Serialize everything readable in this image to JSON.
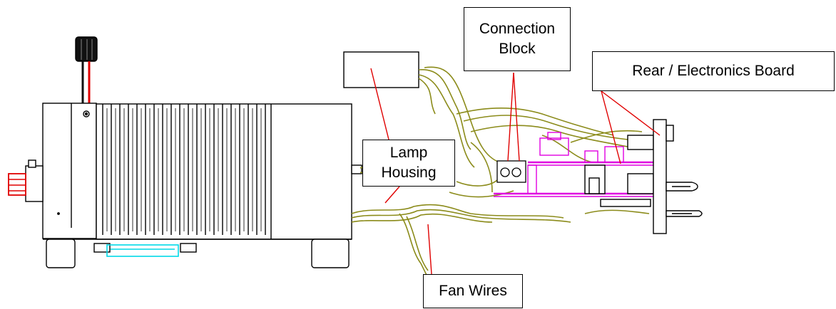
{
  "callouts": {
    "connection_block": [
      "Connection",
      "Block"
    ],
    "rear_board": "Rear / Electronics Board",
    "lamp_housing": [
      "Lamp",
      "Housing"
    ],
    "fan_wires": "Fan Wires"
  },
  "colors": {
    "outline": "#000000",
    "wire": "#8b8b1a",
    "pcb": "#e000e0",
    "leader": "#e00000",
    "cable_red": "#e00000",
    "base_cyan": "#00d8e8"
  }
}
